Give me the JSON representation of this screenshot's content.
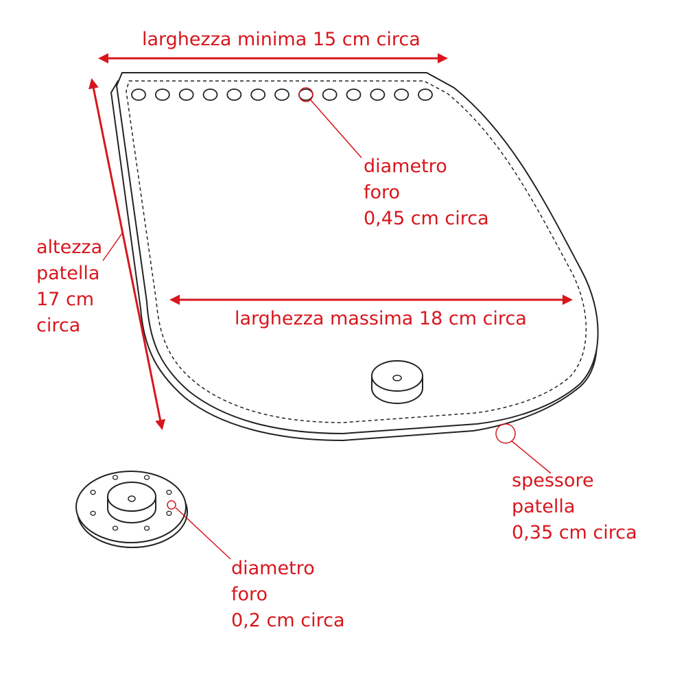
{
  "colors": {
    "annotation": "#d7161d",
    "outline": "#222222",
    "background": "#ffffff"
  },
  "labels": {
    "min_width": "larghezza minima 15 cm circa",
    "max_width": "larghezza massima 18 cm circa",
    "flap_height": [
      "altezza",
      "patella",
      "17 cm",
      "circa"
    ],
    "hole_diameter_flap": [
      "diametro",
      "foro",
      "0,45 cm circa"
    ],
    "flap_thickness": [
      "spessore",
      "patella",
      "0,35 cm circa"
    ],
    "hole_diameter_button": [
      "diametro",
      "foro",
      "0,2 cm circa"
    ]
  },
  "parts": {
    "flap": {
      "name": "patella",
      "hole_count": 13,
      "has_stitching": true,
      "has_snap_button": true
    },
    "snap_base": {
      "small_hole_count": 8
    }
  }
}
